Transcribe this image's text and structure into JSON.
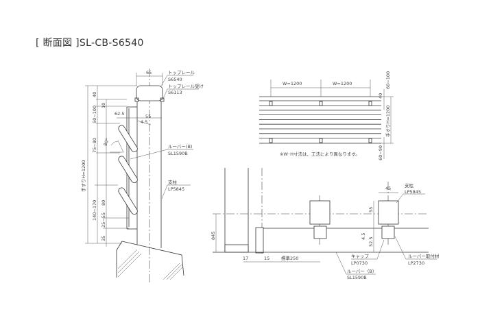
{
  "title": "[ 断面図 ]SL-CB-S6540",
  "section": {
    "dim_top_width": "65",
    "top_rail_label": "トップレール",
    "top_rail_code": "S6540",
    "top_rail_holder_label": "トップレール受け",
    "top_rail_holder_code": "S6113",
    "louver_label": "ルーバー(B)",
    "louver_code": "SL1590B",
    "post_label": "支柱",
    "post_code": "LP5845",
    "dim_62_5": "62.5",
    "dim_55": "55",
    "dim_4_5": "4.5",
    "angle": "80°",
    "dim_height": "手すりH=1200",
    "dim_40": "40",
    "dim_10": "10",
    "dim_50_100": "50~100",
    "dim_75_80": "75~80",
    "dim_140_170": "140~170",
    "dim_80": "80",
    "dim_25_55": "25~55",
    "dim_35": "35"
  },
  "elevation": {
    "w1": "W=1200",
    "w2": "W=1200",
    "dim_40": "40",
    "dim_60_100": "60~100",
    "dim_height": "手すりH=1200",
    "dim_60_90": "60~90",
    "note": "※W･H寸法は、工法により異なります。"
  },
  "plan": {
    "dim_845": "845",
    "dim_17": "17",
    "dim_15": "15",
    "dim_250": "標準250",
    "dim_45": "45",
    "post_label": "支柱",
    "post_code": "LP5845",
    "dim_55": "55",
    "dim_4_5": "4.5",
    "dim_52_5": "52.5",
    "cap_label": "キャップ",
    "cap_code": "LP0730",
    "louver_fix_label": "ルーバー取付材",
    "louver_fix_code": "LP2730",
    "louver_label": "ルーバー（B）",
    "louver_code": "SL1590B"
  }
}
